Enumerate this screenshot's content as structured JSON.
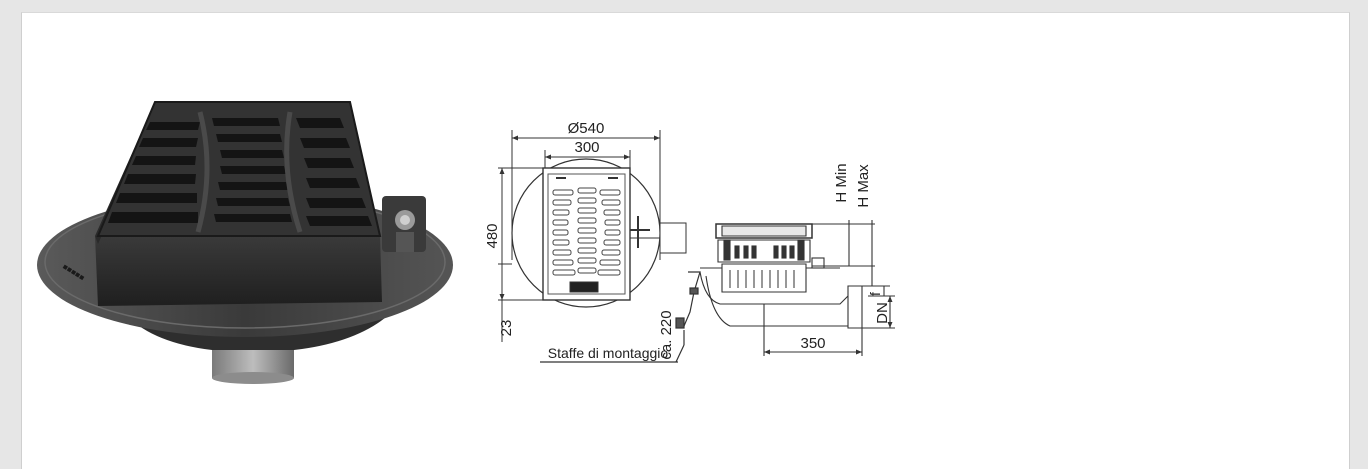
{
  "drawing": {
    "dimensions": {
      "diameter": "Ø540",
      "width": "300",
      "height": "480",
      "offset_bottom": "23",
      "depth": "ca. 220",
      "length": "350",
      "h_min": "H Min",
      "h_max": "H Max",
      "f_label": "f",
      "dn_label": "DN"
    },
    "callout": "Staffe di montaggio"
  },
  "colors": {
    "background": "#e6e6e6",
    "panel": "#ffffff",
    "metal_dark": "#2c2c2c",
    "metal_mid": "#4a4a4a",
    "metal_light": "#8a8a8a",
    "line": "#333333"
  }
}
